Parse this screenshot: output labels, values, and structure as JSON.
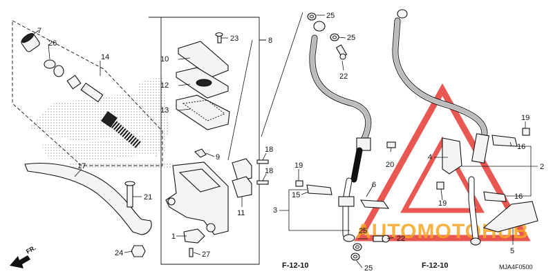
{
  "diagram_code": "MJA4F0500",
  "ref_left": "F-12-10",
  "ref_right": "F-12-10",
  "direction_label": "FR.",
  "watermark_text": "AUTOMOTOHUB",
  "colors": {
    "watermark_red": "#e53935",
    "watermark_orange": "#f5a623",
    "honda_logo_gray": "#c8c8c8"
  },
  "callouts": {
    "c1": "1",
    "c2": "2",
    "c3": "3",
    "c4": "4",
    "c5": "5",
    "c6": "6",
    "c7": "7",
    "c8": "8",
    "c9": "9",
    "c10": "10",
    "c11": "11",
    "c12": "12",
    "c13": "13",
    "c14": "14",
    "c15": "15",
    "c16a": "16",
    "c16b": "16",
    "c17": "17",
    "c18a": "18",
    "c18b": "18",
    "c19a": "19",
    "c19b": "19",
    "c19c": "19",
    "c20": "20",
    "c21": "21",
    "c22a": "22",
    "c22b": "22",
    "c23": "23",
    "c24": "24",
    "c25a": "25",
    "c25b": "25",
    "c25c": "25",
    "c25d": "25",
    "c26": "26",
    "c27": "27"
  }
}
